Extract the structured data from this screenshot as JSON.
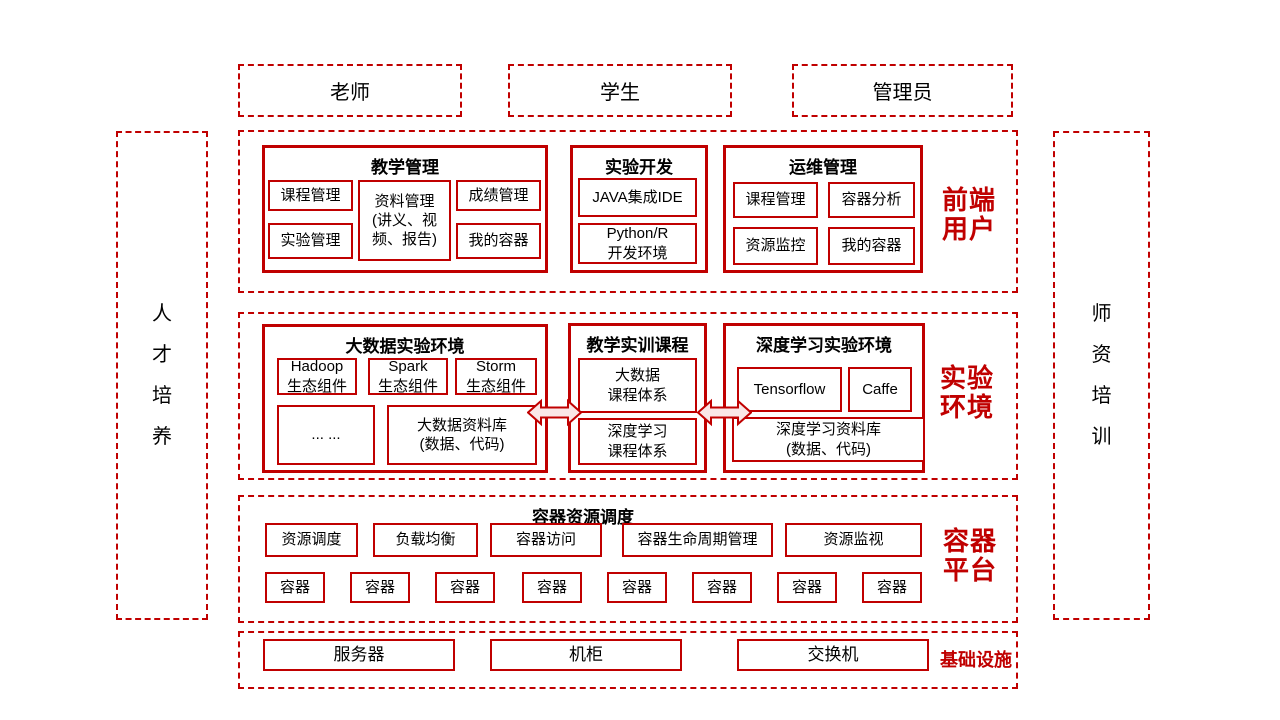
{
  "colors": {
    "accent": "#C00000",
    "text": "#000000",
    "background": "#FFFFFF",
    "arrow_fill": "#FAE7E7"
  },
  "actors": [
    "老师",
    "学生",
    "管理员"
  ],
  "side_left": {
    "label": "人才培养"
  },
  "side_right": {
    "label": "师资培训"
  },
  "frontend": {
    "label": "前端\n用户",
    "teaching": {
      "title": "教学管理",
      "items": [
        "课程管理",
        "实验管理",
        "资料管理\n(讲义、视\n频、报告)",
        "成绩管理",
        "我的容器"
      ]
    },
    "dev": {
      "title": "实验开发",
      "items": [
        "JAVA集成IDE",
        "Python/R\n开发环境"
      ]
    },
    "ops": {
      "title": "运维管理",
      "items": [
        "课程管理",
        "容器分析",
        "资源监控",
        "我的容器"
      ]
    }
  },
  "lab": {
    "label": "实验\n环境",
    "bigdata": {
      "title": "大数据实验环境",
      "items": [
        "Hadoop\n生态组件",
        "Spark\n生态组件",
        "Storm\n生态组件",
        "... ...",
        "大数据资料库\n(数据、代码)"
      ]
    },
    "courses": {
      "title": "教学实训课程",
      "items": [
        "大数据\n课程体系",
        "深度学习\n课程体系"
      ]
    },
    "dl": {
      "title": "深度学习实验环境",
      "items": [
        "Tensorflow",
        "Caffe",
        "深度学习资料库\n(数据、代码)"
      ]
    }
  },
  "container": {
    "label": "容器\n平台",
    "title": "容器资源调度",
    "services": [
      "资源调度",
      "负载均衡",
      "容器访问",
      "容器生命周期管理",
      "资源监视"
    ],
    "containers": [
      "容器",
      "容器",
      "容器",
      "容器",
      "容器",
      "容器",
      "容器",
      "容器"
    ]
  },
  "infra": {
    "label": "基础设施",
    "items": [
      "服务器",
      "机柜",
      "交换机"
    ]
  }
}
